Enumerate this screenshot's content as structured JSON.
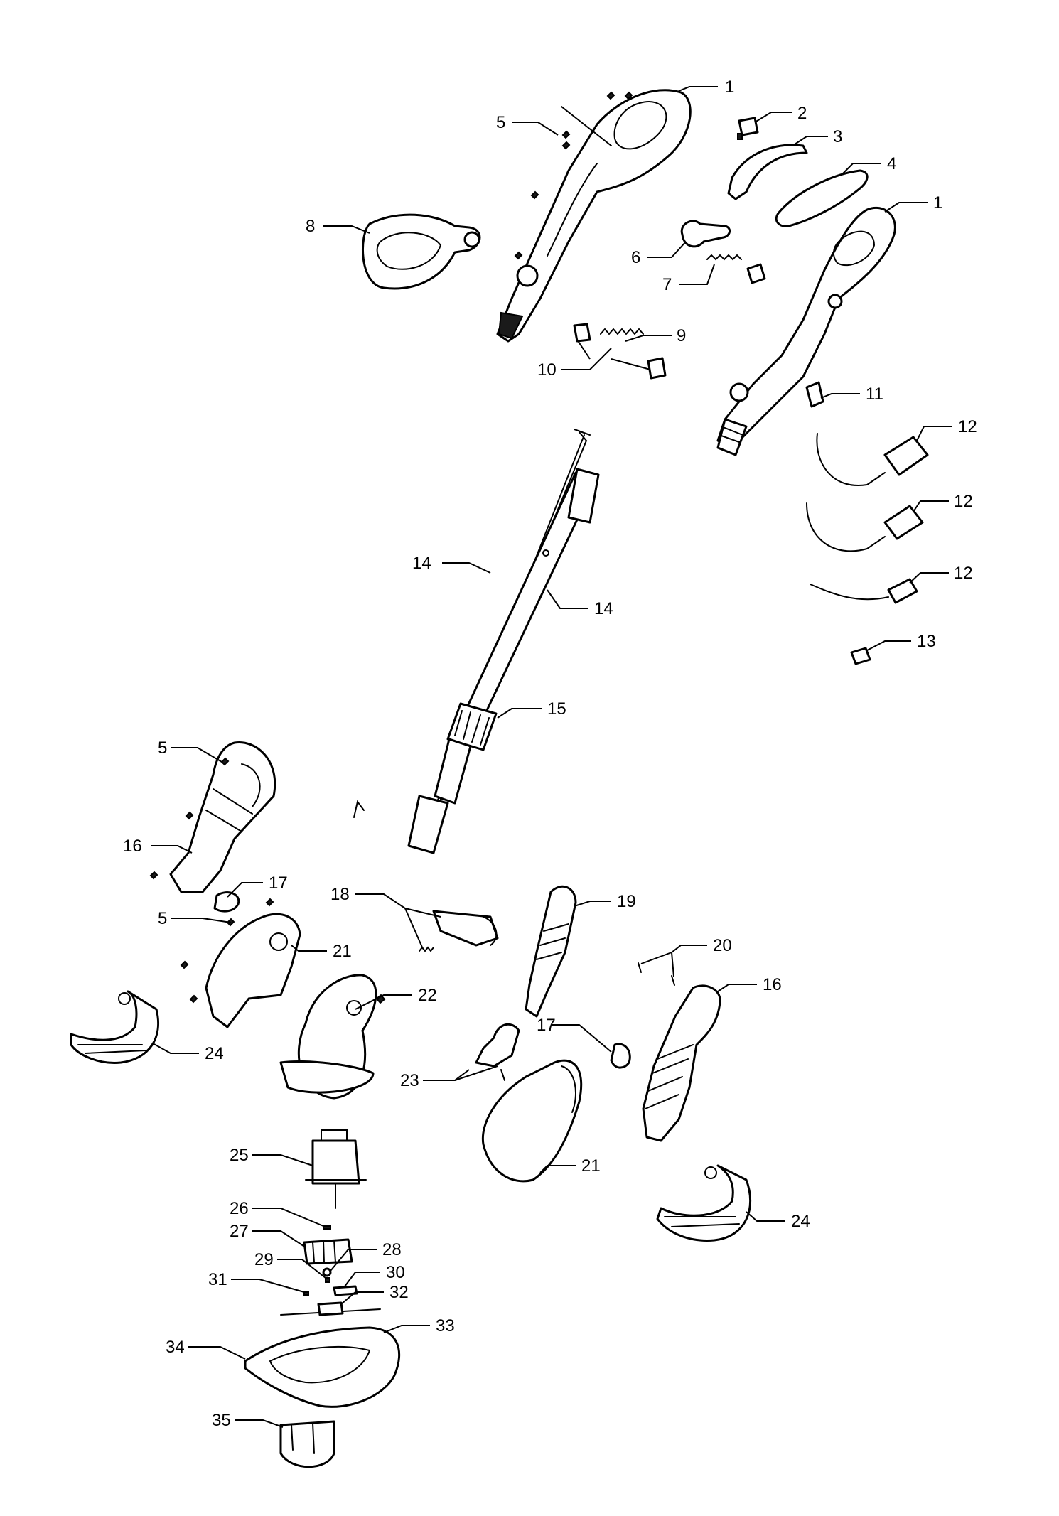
{
  "callouts": [
    "1",
    "2",
    "3",
    "4",
    "1",
    "5",
    "8",
    "6",
    "7",
    "9",
    "10",
    "11",
    "12",
    "12",
    "12",
    "13",
    "14",
    "14",
    "15",
    "5",
    "16",
    "17",
    "18",
    "19",
    "20",
    "5",
    "21",
    "22",
    "24",
    "16",
    "17",
    "23",
    "21",
    "24",
    "25",
    "26",
    "27",
    "28",
    "29",
    "30",
    "31",
    "32",
    "33",
    "34",
    "35"
  ]
}
